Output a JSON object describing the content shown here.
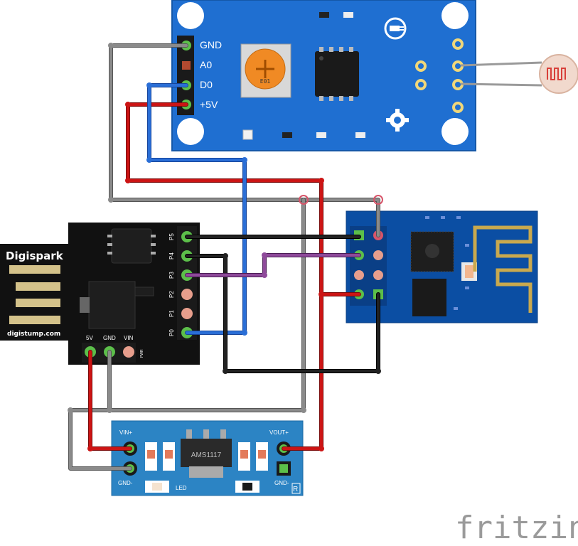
{
  "sensor_module": {
    "pins": [
      "GND",
      "A0",
      "D0",
      "+5V"
    ],
    "pot_label": "E01"
  },
  "digispark": {
    "title": "Digispark",
    "website": "digistump.com",
    "side_pins": [
      "P5",
      "P4",
      "P3",
      "P2",
      "P1",
      "P0"
    ],
    "bottom_pins": [
      "5V",
      "GND",
      "VIN"
    ],
    "pwr_label": "PWR"
  },
  "regulator": {
    "chip": "AMS1117",
    "vin_label": "VIN+",
    "vout_label": "VOUT+",
    "gnd_left_label": "GND-",
    "gnd_right_label": "GND-",
    "led_label": "LED",
    "r_mark": "R"
  },
  "watermark": "fritzing",
  "colors": {
    "module_blue": "#1f6fd1",
    "reg_blue": "#2c84c4",
    "esp_blue": "#0b4ea3",
    "wire_red": "#cc1414",
    "wire_black": "#111111",
    "wire_gray": "#8a8a8a",
    "wire_blue": "#2a6ed6",
    "wire_purple": "#8e4a9a"
  }
}
